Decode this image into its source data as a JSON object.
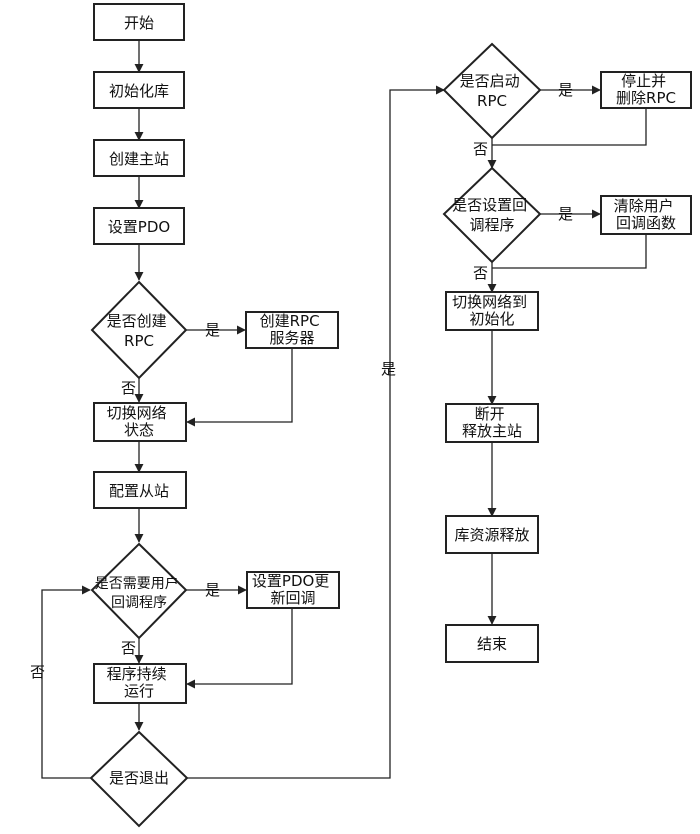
{
  "nodes": {
    "start": [
      "开始"
    ],
    "init_lib": [
      "初始化库"
    ],
    "create_master": [
      "创建主站"
    ],
    "set_pdo": [
      "设置PDO"
    ],
    "q_create_rpc": [
      "是否创建",
      "RPC"
    ],
    "create_rpc_server": [
      "创建RPC",
      "服务器"
    ],
    "switch_net_state": [
      "切换网络",
      "状态"
    ],
    "config_slave": [
      "配置从站"
    ],
    "q_need_callback": [
      "是否需要用户",
      "回调程序"
    ],
    "set_pdo_update_cb": [
      "设置PDO更",
      "新回调"
    ],
    "program_run": [
      "程序持续",
      "运行"
    ],
    "q_exit": [
      "是否退出"
    ],
    "q_rpc_started": [
      "是否启动",
      "RPC"
    ],
    "stop_delete_rpc": [
      "停止并",
      "删除RPC"
    ],
    "q_callback_set": [
      "是否设置回",
      "调程序"
    ],
    "clear_user_cb": [
      "清除用户",
      "回调函数"
    ],
    "switch_net_init": [
      "切换网络到",
      "初始化"
    ],
    "disconnect_release": [
      "断开",
      "释放主站"
    ],
    "release_lib": [
      "库资源释放"
    ],
    "end": [
      "结束"
    ]
  },
  "edge_labels": {
    "create_rpc_yes": "是",
    "create_rpc_no": "否",
    "need_cb_yes": "是",
    "need_cb_no": "否",
    "exit_no": "否",
    "exit_yes": "是",
    "rpc_started_yes": "是",
    "rpc_started_no": "否",
    "cb_set_yes": "是",
    "cb_set_no": "否"
  }
}
